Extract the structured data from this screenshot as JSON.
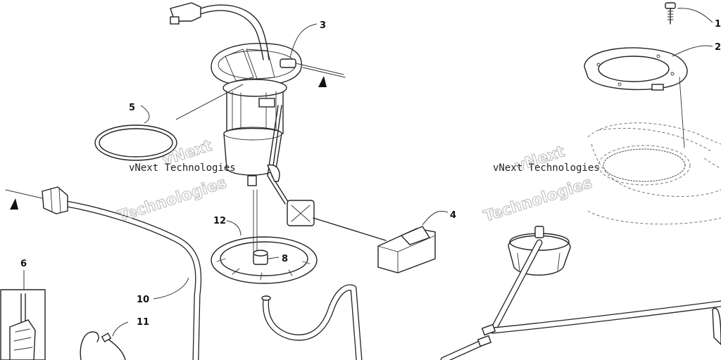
{
  "watermark": {
    "small_text": "vNext Technologies",
    "large_text_1": "vNext",
    "large_text_2": "Technologies"
  },
  "callouts": [
    {
      "id": "1",
      "label": "1"
    },
    {
      "id": "2",
      "label": "2"
    },
    {
      "id": "3",
      "label": "3"
    },
    {
      "id": "4",
      "label": "4"
    },
    {
      "id": "5",
      "label": "5"
    },
    {
      "id": "6",
      "label": "6"
    },
    {
      "id": "8",
      "label": "8"
    },
    {
      "id": "10",
      "label": "10"
    },
    {
      "id": "11",
      "label": "11"
    },
    {
      "id": "12",
      "label": "12"
    }
  ]
}
